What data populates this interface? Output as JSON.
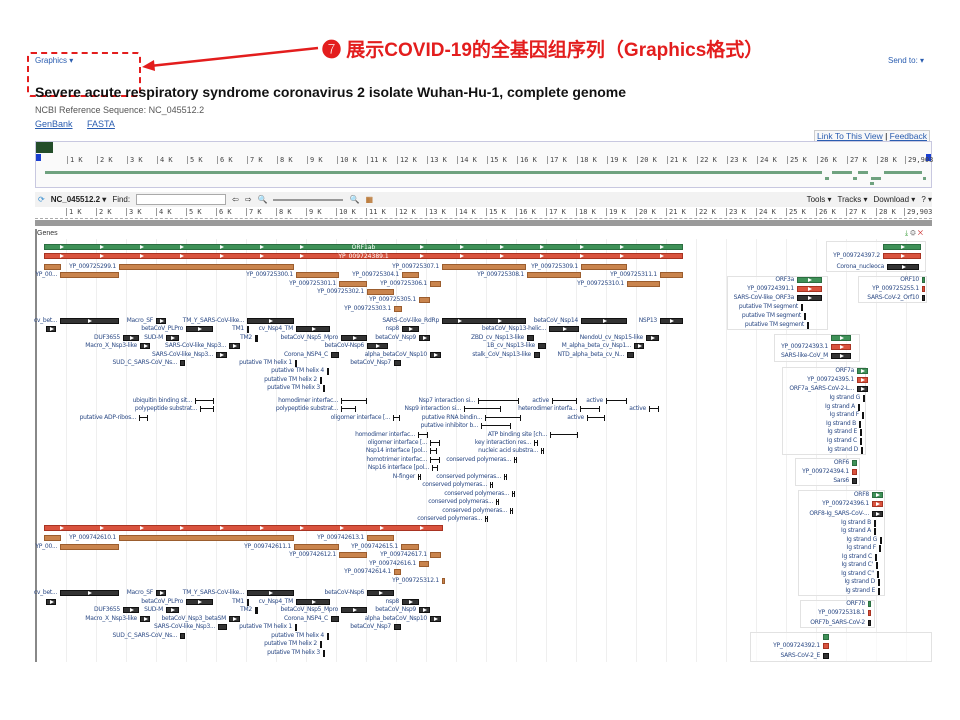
{
  "annotation": "❼ 展示COVID-19的全基因组序列（Graphics格式）",
  "header": {
    "view": "Graphics ▾",
    "send_to": "Send to: ▾",
    "title": "Severe acute respiratory syndrome coronavirus 2 isolate Wuhan-Hu-1, complete genome",
    "refseq": "NCBI Reference Sequence: NC_045512.2",
    "links": [
      "GenBank",
      "FASTA"
    ],
    "link_view": "Link To This View",
    "feedback": "Feedback"
  },
  "ruler": [
    "1 K",
    "2 K",
    "3 K",
    "4 K",
    "5 K",
    "6 K",
    "7 K",
    "8 K",
    "9 K",
    "10 K",
    "11 K",
    "12 K",
    "13 K",
    "14 K",
    "15 K",
    "16 K",
    "17 K",
    "18 K",
    "19 K",
    "20 K",
    "21 K",
    "22 K",
    "23 K",
    "24 K",
    "25 K",
    "26 K",
    "27 K",
    "28 K",
    "29,903"
  ],
  "toolbar": {
    "seq": "NC_045512.2 ▾",
    "find": "Find:",
    "find_value": "",
    "tools": "Tools ▾",
    "tracks": "Tracks ▾",
    "download": "Download ▾",
    "help": "? ▾"
  },
  "track": {
    "name": "Genes"
  },
  "colors": {
    "gene": "#3f9158",
    "rna": "#d9533e",
    "peptide": "#c9844d",
    "domain": "#333333",
    "annotation": "#e31d1d"
  },
  "features": [
    [
      "ORF1ab",
      "g"
    ],
    [
      "YP_009724389.1",
      "r"
    ],
    [
      "",
      "o"
    ],
    [
      "YP_009725299.1",
      "o"
    ],
    [
      "YP_009725307.1",
      "o"
    ],
    [
      "YP_009725309.1",
      "o"
    ],
    [
      "YP_00...",
      "o"
    ],
    [
      "YP_009725300.1",
      "o"
    ],
    [
      "YP_009725304.1",
      "o"
    ],
    [
      "YP_009725308.1",
      "o"
    ],
    [
      "YP_009725311.1",
      "o"
    ],
    [
      "YP_009725301.1",
      "o"
    ],
    [
      "YP_009725306.1",
      "o"
    ],
    [
      "YP_009725310.1",
      "o"
    ],
    [
      "YP_009725302.1",
      "o"
    ],
    [
      "YP_009725305.1",
      "o"
    ],
    [
      "YP_009725303.1",
      "o"
    ],
    [
      "cv_bet...",
      "k"
    ],
    [
      "Macro_SF",
      "k"
    ],
    [
      "TM_Y_SARS-CoV-like...",
      "k"
    ],
    [
      "SARS-CoV-like_RdRp",
      "k"
    ],
    [
      "betaCoV_Nsp14",
      "k"
    ],
    [
      "NSP13",
      "k"
    ],
    [
      "",
      "k"
    ],
    [
      "betaCoV_PLPro",
      "k"
    ],
    [
      "TM1",
      "t"
    ],
    [
      "cv_Nsp4_TM",
      "k"
    ],
    [
      "nsp8",
      "k"
    ],
    [
      "betaCoV_Nsp13-helic...",
      "k"
    ],
    [
      "DUF3655",
      "k"
    ],
    [
      "SUD-M",
      "k"
    ],
    [
      "TM2",
      "t"
    ],
    [
      "betaCoV_Nsp5_Mpro",
      "k"
    ],
    [
      "betaCoV_Nsp9",
      "k"
    ],
    [
      "ZBD_cv_Nsp13-like",
      "k"
    ],
    [
      "NendoU_cv_Nsp15-like",
      "k"
    ],
    [
      "Macro_X_Nsp3-like",
      "k"
    ],
    [
      "SARS-CoV-like_Nsp3...",
      "k"
    ],
    [
      "betaCoV-Nsp6",
      "k"
    ],
    [
      "1B_cv_Nsp13-like",
      "k"
    ],
    [
      "M_alpha_beta_cv_Nsp1...",
      "k"
    ],
    [
      "SARS-CoV-like_Nsp3...",
      "k"
    ],
    [
      "Corona_NSP4_C",
      "k"
    ],
    [
      "alpha_betaCoV_Nsp10",
      "k"
    ],
    [
      "stalk_CoV_Nsp13-like",
      "k"
    ],
    [
      "NTD_alpha_beta_cv_N...",
      "k"
    ],
    [
      "SUD_C_SARS-CoV_Ns...",
      "k"
    ],
    [
      "putative TM helix 1",
      "t"
    ],
    [
      "betaCoV_Nsp7",
      "k"
    ],
    [
      "putative TM helix 4",
      "t"
    ],
    [
      "putative TM helix 2",
      "t"
    ],
    [
      "putative TM helix 3",
      "t"
    ],
    [
      "ubiquitin binding sit...",
      "s"
    ],
    [
      "homodimer interfac...",
      "s"
    ],
    [
      "Nsp7 interaction si...",
      "s"
    ],
    [
      "active",
      "s"
    ],
    [
      "active",
      "s"
    ],
    [
      "polypeptide substrat...",
      "s"
    ],
    [
      "polypeptide substrat...",
      "s"
    ],
    [
      "Nsp9 interaction si...",
      "s"
    ],
    [
      "heterodimer interfa...",
      "s"
    ],
    [
      "active",
      "s"
    ],
    [
      "putative ADP-ribos...",
      "s"
    ],
    [
      "oligomer interface [...",
      "s"
    ],
    [
      "putative RNA bindin...",
      "s"
    ],
    [
      "active",
      "s"
    ],
    [
      "putative inhibitor b...",
      "s"
    ],
    [
      "homodimer interfac...",
      "s"
    ],
    [
      "ATP binding site [ch...",
      "s"
    ],
    [
      "oligomer interface [...",
      "s"
    ],
    [
      "key interaction res...",
      "s"
    ],
    [
      "Nsp14 interface [pol...",
      "s"
    ],
    [
      "nucleic acid substra...",
      "s"
    ],
    [
      "homotrimer interfac...",
      "s"
    ],
    [
      "conserved polymeras...",
      "s"
    ],
    [
      "Nsp16 interface [pol...",
      "s"
    ],
    [
      "N-finger",
      "s"
    ],
    [
      "conserved polymeras...",
      "s"
    ],
    [
      "conserved polymeras...",
      "s"
    ],
    [
      "conserved polymeras...",
      "s"
    ],
    [
      "conserved polymeras...",
      "s"
    ],
    [
      "conserved polymeras...",
      "s"
    ],
    [
      "conserved polymeras...",
      "s"
    ],
    [
      "",
      "r"
    ],
    [
      "",
      "o"
    ],
    [
      "YP_009742610.1",
      "o"
    ],
    [
      "YP_009742613.1",
      "o"
    ],
    [
      "YP_00...",
      "o"
    ],
    [
      "YP_009742611.1",
      "o"
    ],
    [
      "YP_009742615.1",
      "o"
    ],
    [
      "YP_009742612.1",
      "o"
    ],
    [
      "YP_009742617.1",
      "o"
    ],
    [
      "YP_009742616.1",
      "o"
    ],
    [
      "YP_009742614.1",
      "o"
    ],
    [
      "YP_009725312.1",
      "o"
    ],
    [
      "cv_bet...",
      "k"
    ],
    [
      "Macro_SF",
      "k"
    ],
    [
      "TM_Y_SARS-CoV-like...",
      "k"
    ],
    [
      "betaCoV-Nsp6",
      "k"
    ],
    [
      "",
      "k"
    ],
    [
      "betaCoV_PLPro",
      "k"
    ],
    [
      "TM1",
      "t"
    ],
    [
      "cv_Nsp4_TM",
      "k"
    ],
    [
      "nsp8",
      "k"
    ],
    [
      "DUF3655",
      "k"
    ],
    [
      "SUD-M",
      "k"
    ],
    [
      "TM2",
      "t"
    ],
    [
      "betaCoV_Nsp5_Mpro",
      "k"
    ],
    [
      "betaCoV_Nsp9",
      "k"
    ],
    [
      "Macro_X_Nsp3-like",
      "k"
    ],
    [
      "betaCoV_Nsp3_betaSM",
      "k"
    ],
    [
      "Corona_NSP4_C",
      "k"
    ],
    [
      "alpha_betaCoV_Nsp10",
      "k"
    ],
    [
      "SARS-CoV-like_Nsp3...",
      "k"
    ],
    [
      "putative TM helix 1",
      "t"
    ],
    [
      "betaCoV_Nsp7",
      "k"
    ],
    [
      "SUD_C_SARS-CoV_Ns...",
      "k"
    ],
    [
      "putative TM helix 4",
      "t"
    ],
    [
      "putative TM helix 2",
      "t"
    ],
    [
      "putative TM helix 3",
      "t"
    ],
    [
      "",
      "g"
    ],
    [
      "YP_009724397.2",
      "r"
    ],
    [
      "Corona_nucleoca",
      "k"
    ],
    [
      "ORF3a",
      "g"
    ],
    [
      "YP_009724391.1",
      "r"
    ],
    [
      "SARS-CoV-like_ORF3a",
      "k"
    ],
    [
      "putative TM segment",
      "t"
    ],
    [
      "putative TM segment",
      "t"
    ],
    [
      "putative TM segment",
      "t"
    ],
    [
      "ORF10",
      "g"
    ],
    [
      "YP_009725255.1",
      "r"
    ],
    [
      "SARS-CoV-2_Orf10",
      "k"
    ],
    [
      "",
      "g"
    ],
    [
      "YP_009724393.1",
      "r"
    ],
    [
      "SARS-like-CoV_M",
      "k"
    ],
    [
      "ORF7a",
      "g"
    ],
    [
      "YP_009724395.1",
      "r"
    ],
    [
      "ORF7a_SARS-CoV-2-L...",
      "k"
    ],
    [
      "Ig strand G",
      "t"
    ],
    [
      "Ig strand A",
      "t"
    ],
    [
      "Ig strand F",
      "t"
    ],
    [
      "Ig strand B",
      "t"
    ],
    [
      "Ig strand E",
      "t"
    ],
    [
      "Ig strand C",
      "t"
    ],
    [
      "Ig strand D",
      "t"
    ],
    [
      "ORF6",
      "g"
    ],
    [
      "YP_009724394.1",
      "r"
    ],
    [
      "Sars6",
      "k"
    ],
    [
      "ORF8",
      "g"
    ],
    [
      "YP_009724396.1",
      "r"
    ],
    [
      "ORF8-Ig_SARS-CoV-...",
      "k"
    ],
    [
      "Ig strand B",
      "t"
    ],
    [
      "Ig strand A",
      "t"
    ],
    [
      "Ig strand G",
      "t"
    ],
    [
      "Ig strand F",
      "t"
    ],
    [
      "Ig strand C",
      "t"
    ],
    [
      "Ig strand C'",
      "t"
    ],
    [
      "Ig strand C''",
      "t"
    ],
    [
      "Ig strand D",
      "t"
    ],
    [
      "Ig strand E",
      "t"
    ],
    [
      "ORF7b",
      "g"
    ],
    [
      "YP_009725318.1",
      "r"
    ],
    [
      "ORF7b_SARS-CoV-2",
      "k"
    ],
    [
      "",
      "g"
    ],
    [
      "YP_009724392.1",
      "r"
    ],
    [
      "SARS-CoV-2_E",
      "k"
    ]
  ]
}
